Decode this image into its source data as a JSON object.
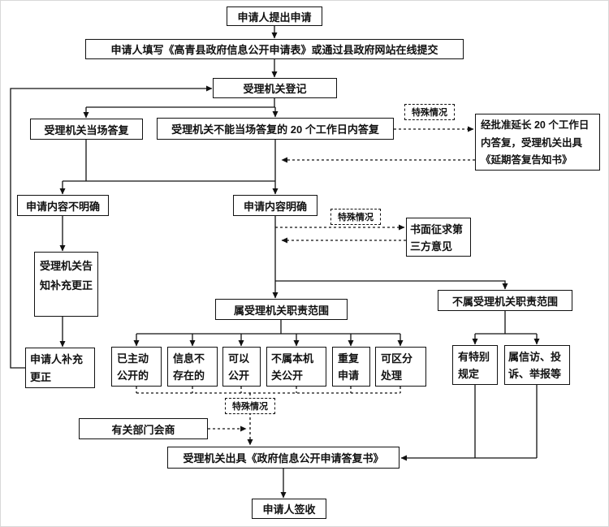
{
  "flowchart": {
    "description": "政府信息公开申请处理流程图",
    "line_color": "#111111",
    "box_background": "#ffffff",
    "nodes": {
      "apply": {
        "label": "申请人提出申请"
      },
      "fill_form": {
        "label": "申请人填写《高青县政府信息公开申请表》或通过县政府网站在线提交"
      },
      "register": {
        "label": "受理机关登记"
      },
      "onsite": {
        "label": "受理机关当场答复"
      },
      "reply20": {
        "label": "受理机关不能当场答复的 20 个工作日内答复"
      },
      "special1": {
        "label": "特殊情况"
      },
      "extension": {
        "label": "经批准延长 20 个工作日内答复，受理机关出具《延期答复告知书》"
      },
      "unclear": {
        "label": "申请内容不明确"
      },
      "clear": {
        "label": "申请内容明确"
      },
      "special2": {
        "label": "特殊情况"
      },
      "third_party": {
        "label": "书面征求第三方意见"
      },
      "notify": {
        "label": "受理机关告知补充更正"
      },
      "in_scope": {
        "label": "属受理机关职责范围"
      },
      "out_scope": {
        "label": "不属受理机关职责范围"
      },
      "supplement": {
        "label": "申请人补充更正"
      },
      "cat_public": {
        "label": "已主动公开的"
      },
      "cat_notexist": {
        "label": "信息不存在的"
      },
      "cat_can": {
        "label": "可以公开"
      },
      "cat_notours": {
        "label": "不属本机关公开"
      },
      "cat_repeat": {
        "label": "重复申请"
      },
      "cat_separate": {
        "label": "可区分处理"
      },
      "special_rule": {
        "label": "有特别规定"
      },
      "petition": {
        "label": "属信访、投诉、举报等"
      },
      "special3": {
        "label": "特殊情况"
      },
      "consult": {
        "label": "有关部门会商"
      },
      "reply_doc": {
        "label": "受理机关出具《政府信息公开申请答复书》"
      },
      "sign": {
        "label": "申请人签收"
      }
    }
  }
}
